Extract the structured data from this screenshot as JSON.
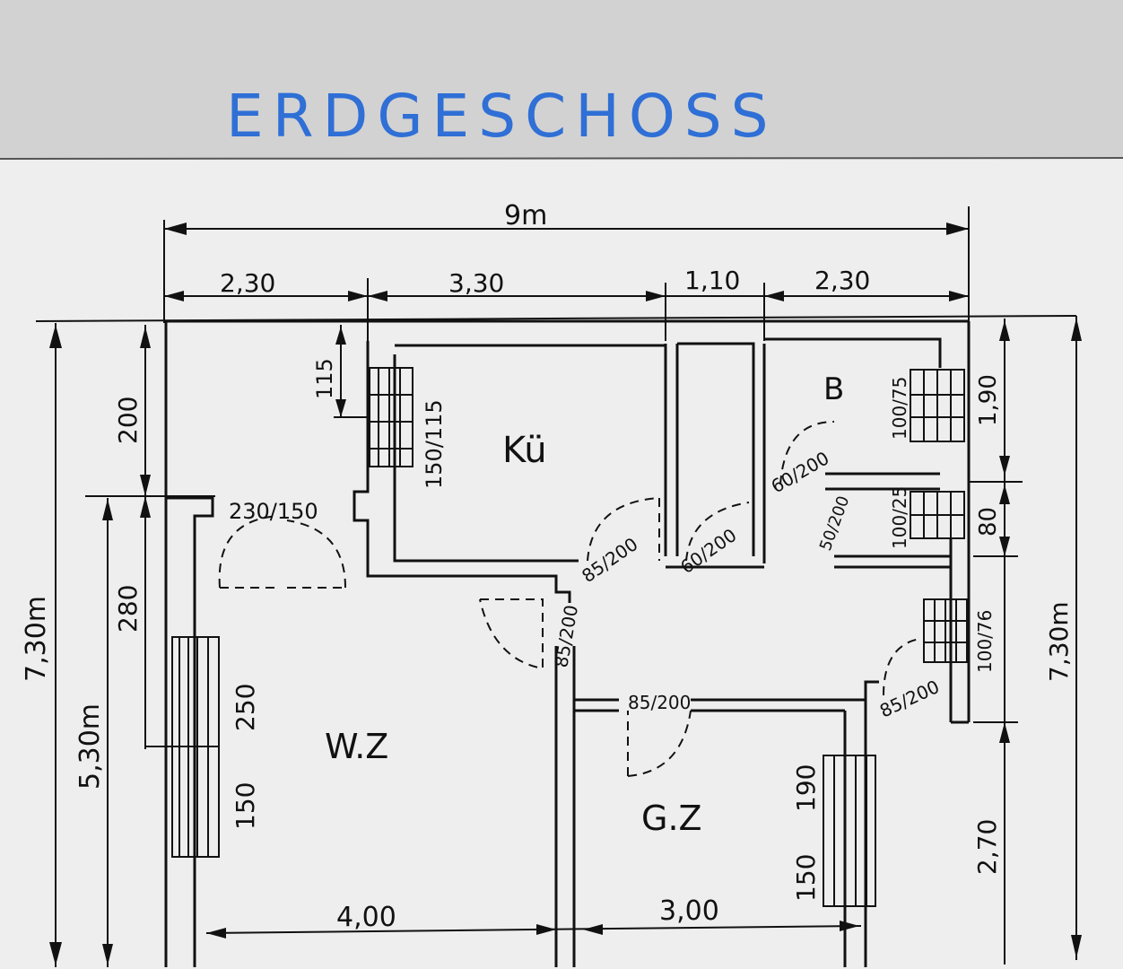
{
  "title": "ERDGESCHOSS",
  "dimensions": {
    "total_width": "9m",
    "top_segments": [
      "2,30",
      "3,30",
      "1,10",
      "2,30"
    ],
    "left_height": "7,30m",
    "left_inner_height": "5,30m",
    "left_top": "200",
    "left_mid": "280",
    "right_height": "7,30m",
    "right_top": "1,90",
    "right_mid": "80",
    "right_bottom": "2,70",
    "bottom_left": "4,00",
    "bottom_right": "3,00",
    "kitchen_top": "115"
  },
  "rooms": {
    "kitchen": "Kü",
    "bath": "B",
    "living": "W.Z",
    "guest": "G.Z"
  },
  "windows": {
    "kitchen": "150/115",
    "bath_1": "100/75",
    "bath_2": "100/25",
    "right_lower": "100/76",
    "living_height": "250",
    "living_width": "150",
    "guest_width": "150",
    "guest_height": "190"
  },
  "doors": {
    "entrance": "230/150",
    "kitchen_door": "85/200",
    "pantry_door": "60/200",
    "bath_door": "60/200",
    "wc_door": "50/200",
    "hall_vertical": "85/200",
    "guest_door": "85/200",
    "right_door": "85/200"
  }
}
